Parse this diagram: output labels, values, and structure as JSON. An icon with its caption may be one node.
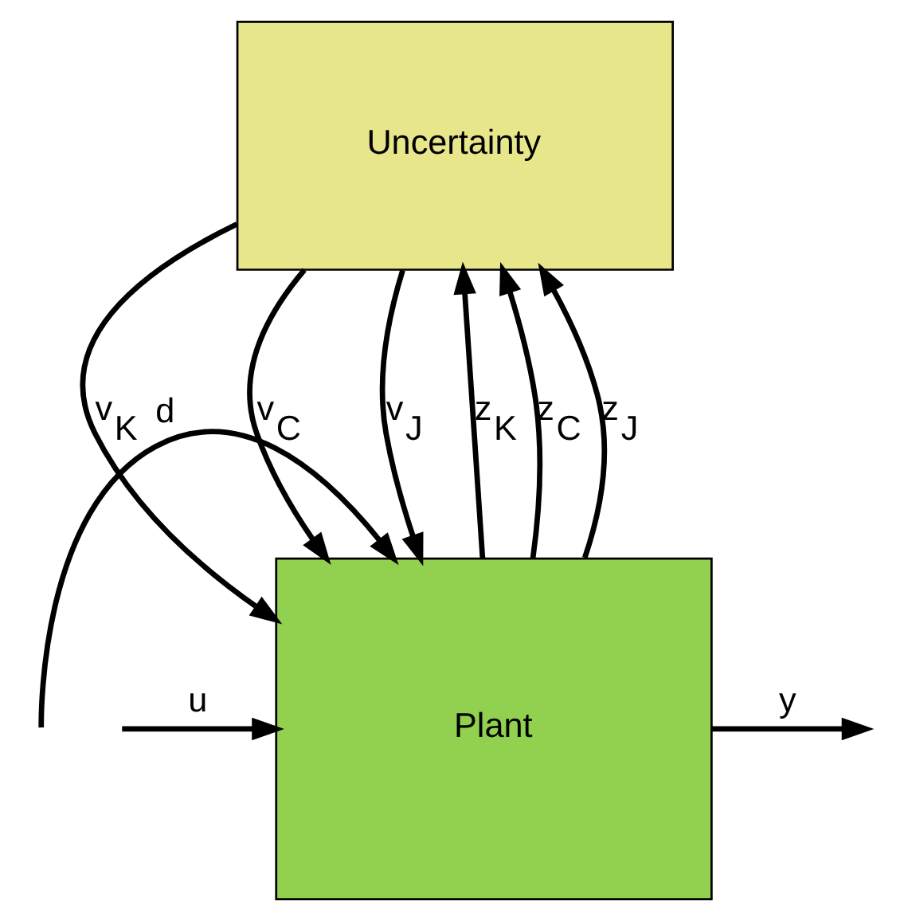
{
  "diagram": {
    "nodes": [
      {
        "text": [
          "Uncertainty"
        ]
      },
      {
        "text": [
          "Plant"
        ]
      }
    ],
    "edges": [
      {
        "from": 0,
        "to": 1,
        "arrow": "to",
        "label": "v$_{K}$"
      },
      {
        "from": 0,
        "to": 1,
        "arrow": "to",
        "label": "v$_{C}$"
      },
      {
        "from": 0,
        "to": 1,
        "arrow": "to",
        "label": "v$_{J}$"
      },
      {
        "from": 1,
        "to": 0,
        "arrow": "to",
        "label": "z$_{K}$"
      },
      {
        "from": 1,
        "to": 0,
        "arrow": "to",
        "label": "z$_{C}$"
      },
      {
        "from": 1,
        "to": 0,
        "arrow": "to",
        "label": "z$_{J}$"
      },
      {
        "from": null,
        "to": 1,
        "arrow": "to",
        "label": "d"
      },
      {
        "from": null,
        "to": 1,
        "arrow": "to",
        "label": "u"
      },
      {
        "from": 1,
        "to": null,
        "arrow": "to",
        "label": "y"
      }
    ]
  }
}
